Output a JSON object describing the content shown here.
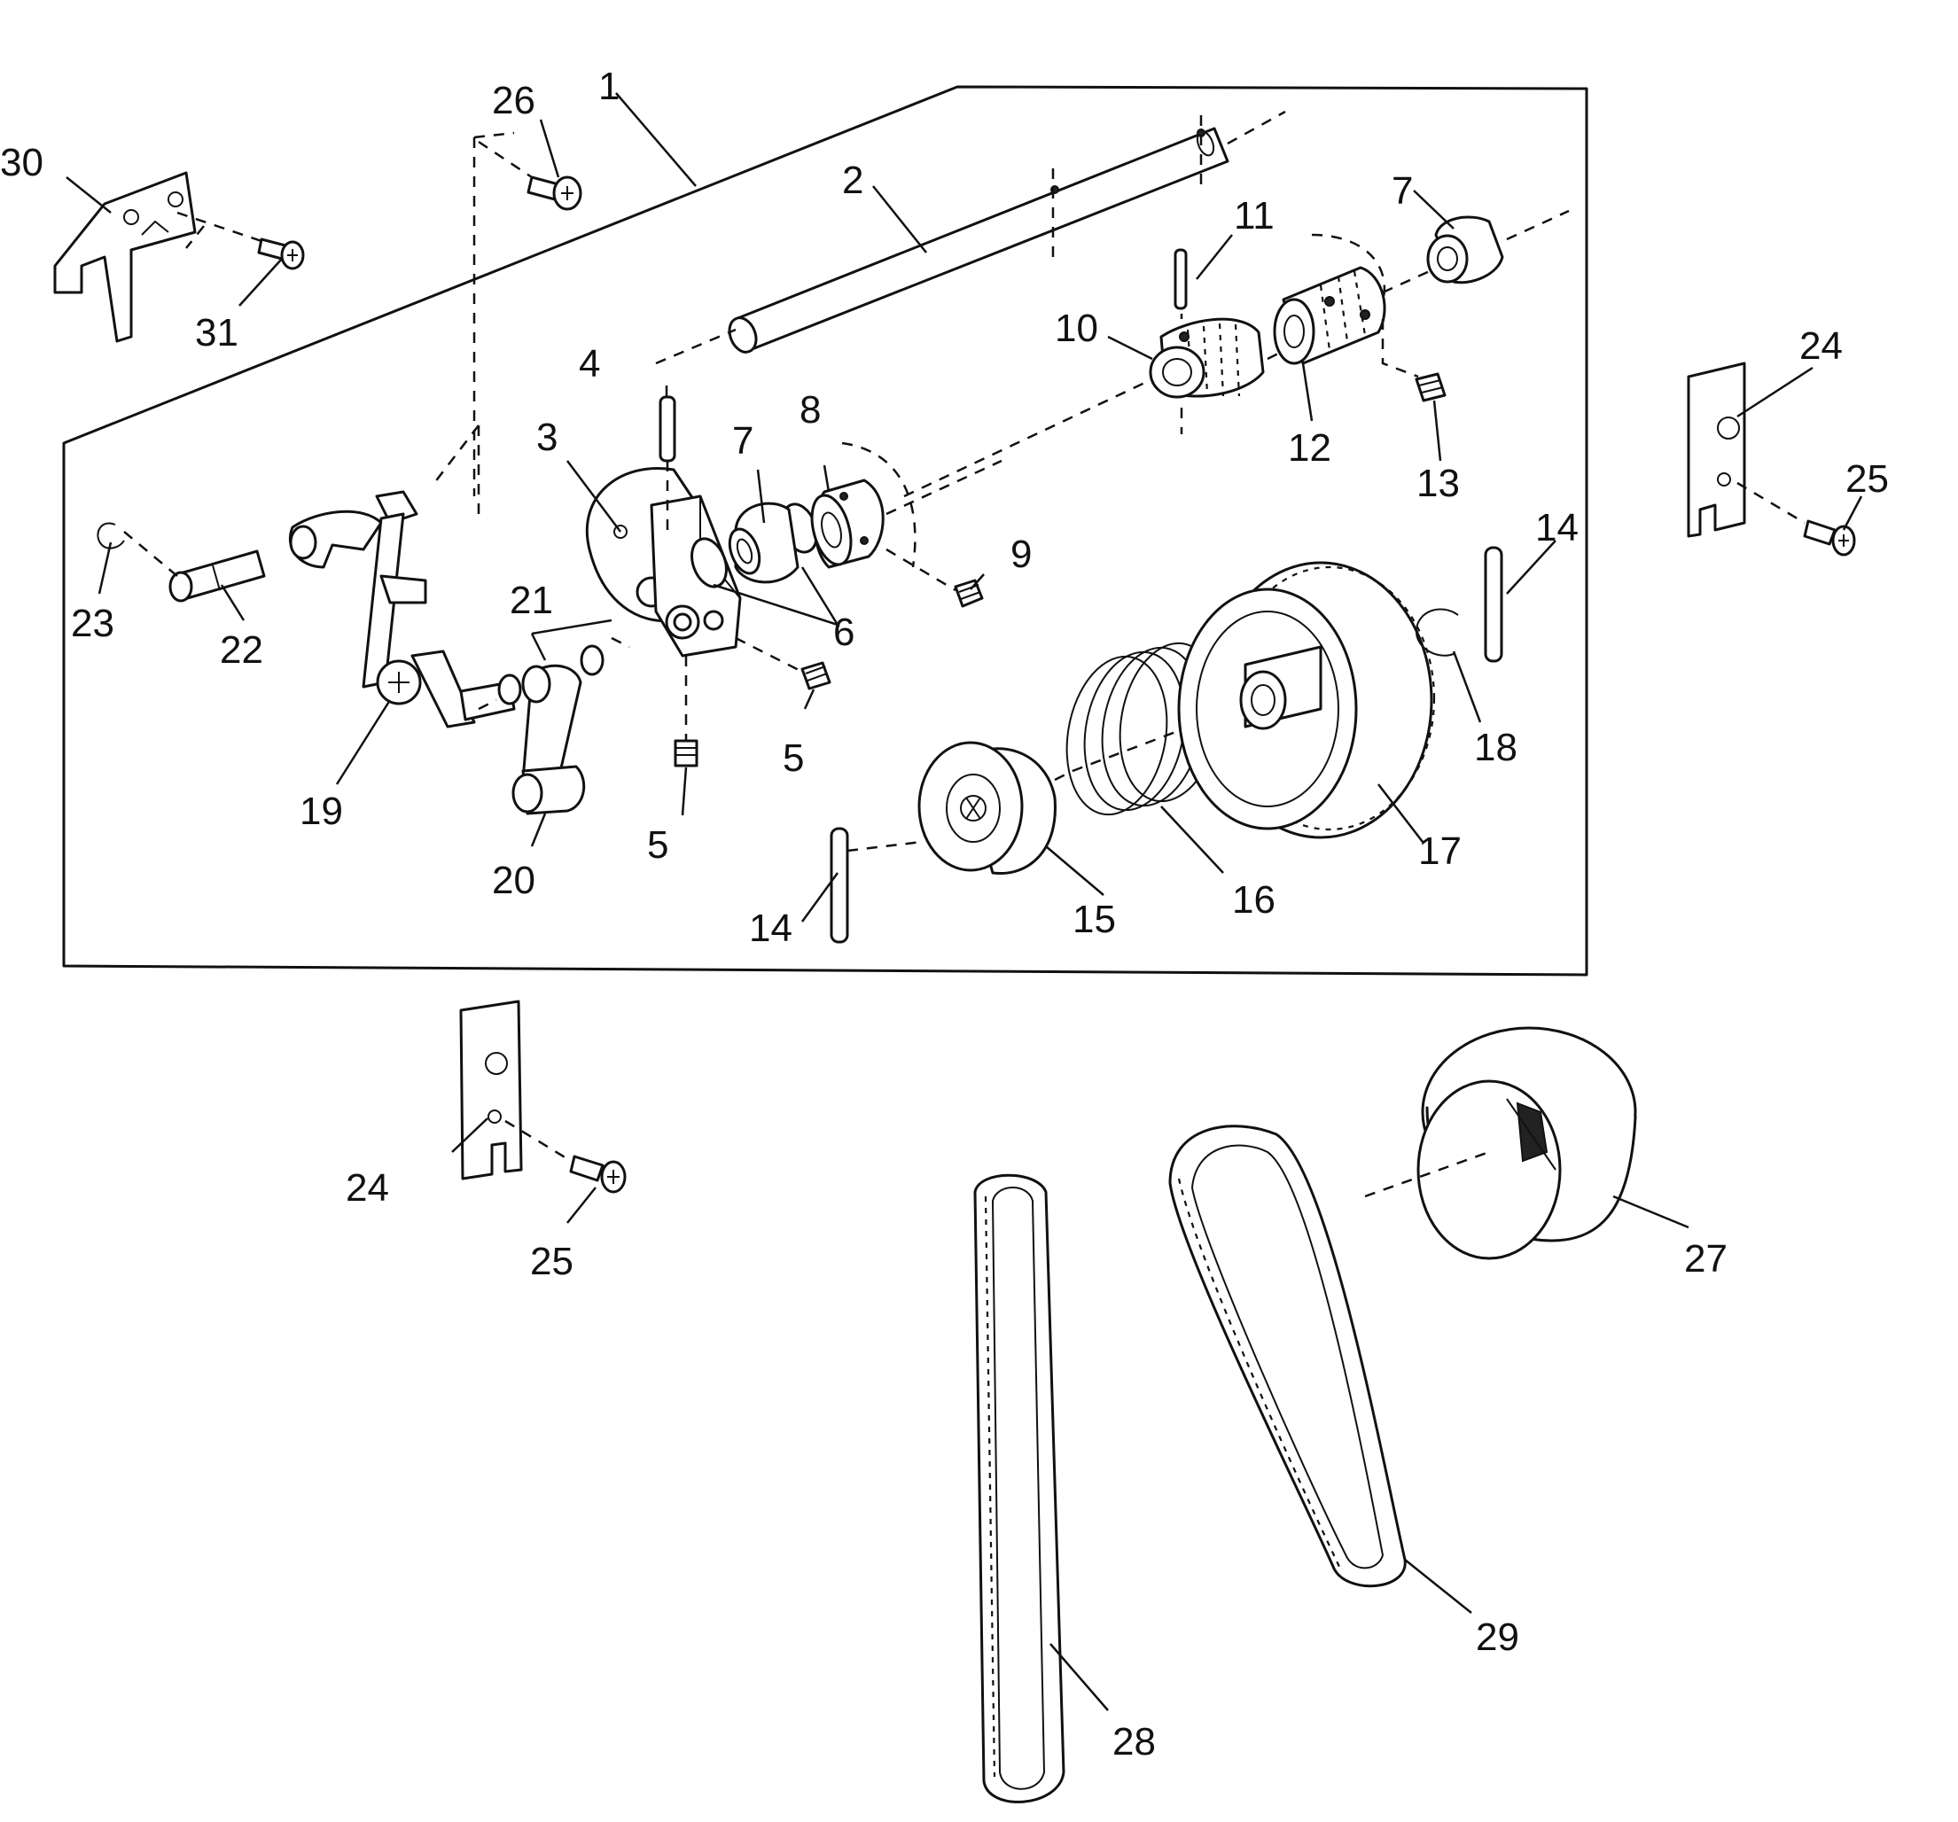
{
  "callouts": {
    "c1": "1",
    "c2": "2",
    "c3": "3",
    "c4": "4",
    "c5a": "5",
    "c5b": "5",
    "c6": "6",
    "c7a": "7",
    "c7b": "7",
    "c8": "8",
    "c9": "9",
    "c10": "10",
    "c11": "11",
    "c12": "12",
    "c13": "13",
    "c14a": "14",
    "c14b": "14",
    "c15": "15",
    "c16": "16",
    "c17": "17",
    "c18": "18",
    "c19": "19",
    "c20": "20",
    "c21": "21",
    "c22": "22",
    "c23": "23",
    "c24a": "24",
    "c24b": "24",
    "c25a": "25",
    "c25b": "25",
    "c26": "26",
    "c27": "27",
    "c28": "28",
    "c29": "29",
    "c30": "30",
    "c31": "31"
  }
}
